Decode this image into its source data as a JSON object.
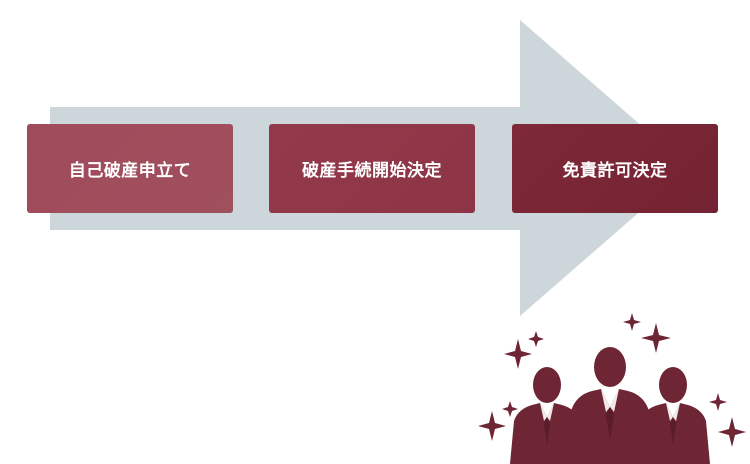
{
  "steps": [
    {
      "label": "自己破産申立て"
    },
    {
      "label": "破産手続開始決定"
    },
    {
      "label": "免責許可決定"
    }
  ],
  "colors": {
    "arrow": "#cdd6da",
    "step1": "#a04d5c",
    "step2": "#8f3748",
    "step3": "#762535",
    "silhouette": "#6e2534",
    "sparkle": "#6e2534"
  },
  "icons": {
    "people": "celebrating-people-icon",
    "sparkle": "sparkle-icon"
  }
}
